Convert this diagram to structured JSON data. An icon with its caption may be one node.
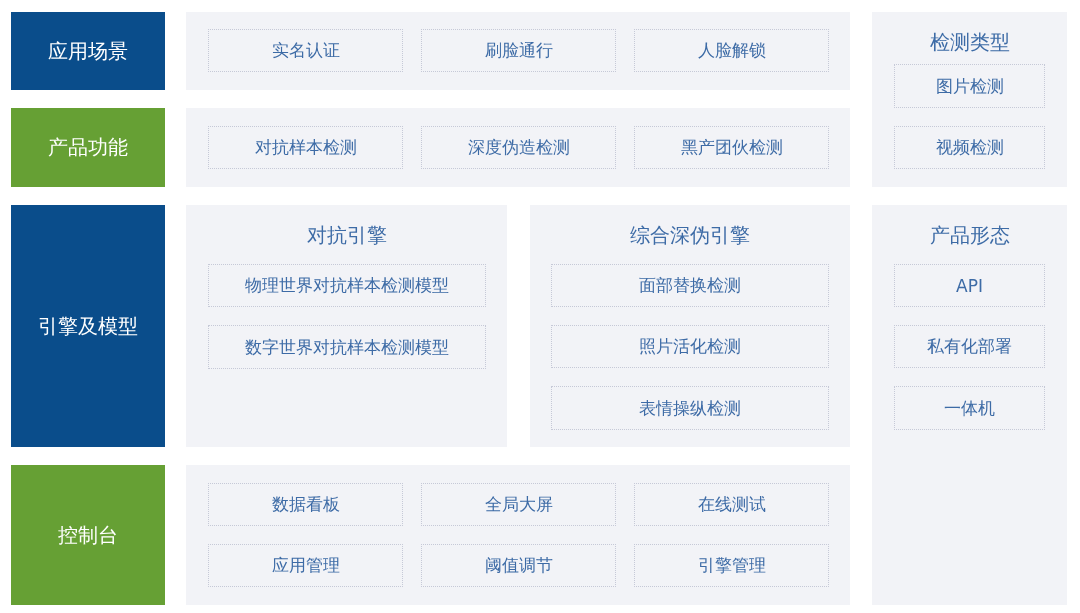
{
  "diagram": {
    "nodes": [
      {
        "text": [
          "应用场景"
        ]
      },
      {
        "text": [],
        "shape": "box"
      },
      {
        "text": [
          "实名认证"
        ],
        "in": 1
      },
      {
        "text": [
          "刷脸通行"
        ],
        "in": 1
      },
      {
        "text": [
          "人脸解锁"
        ],
        "in": 1
      },
      {
        "text": [
          "检测类型"
        ]
      },
      {
        "text": [
          "图片检测"
        ],
        "in": 5
      },
      {
        "text": [
          "视频检测"
        ],
        "in": 5
      },
      {
        "text": [
          "产品功能"
        ]
      },
      {
        "text": [],
        "shape": "box"
      },
      {
        "text": [
          "对抗样本检测"
        ],
        "in": 9
      },
      {
        "text": [
          "深度伪造检测"
        ],
        "in": 9
      },
      {
        "text": [
          "黑产团伙检测"
        ],
        "in": 9
      },
      {
        "text": [
          "引擎及模型"
        ]
      },
      {
        "text": [
          "对抗引擎"
        ]
      },
      {
        "text": [
          "物理世界对抗样本检测模型"
        ],
        "in": 14
      },
      {
        "text": [
          "数字世界对抗样本检测模型"
        ],
        "in": 14
      },
      {
        "text": [
          "综合深伪引擎"
        ]
      },
      {
        "text": [
          "面部替换检测"
        ],
        "in": 17
      },
      {
        "text": [
          "照片活化检测"
        ],
        "in": 17
      },
      {
        "text": [
          "表情操纵检测"
        ],
        "in": 17
      },
      {
        "text": [
          "产品形态"
        ]
      },
      {
        "text": [
          "API"
        ],
        "in": 21
      },
      {
        "text": [
          "私有化部署"
        ],
        "in": 21
      },
      {
        "text": [
          "一体机"
        ],
        "in": 21
      },
      {
        "text": [
          "控制台"
        ]
      },
      {
        "text": [],
        "shape": "box"
      },
      {
        "text": [
          "数据看板"
        ],
        "in": 26
      },
      {
        "text": [
          "全局大屏"
        ],
        "in": 26
      },
      {
        "text": [
          "在线测试"
        ],
        "in": 26
      },
      {
        "text": [
          "应用管理"
        ],
        "in": 26
      },
      {
        "text": [
          "阈值调节"
        ],
        "in": 26
      },
      {
        "text": [
          "引擎管理"
        ],
        "in": 26
      }
    ],
    "edges": []
  }
}
